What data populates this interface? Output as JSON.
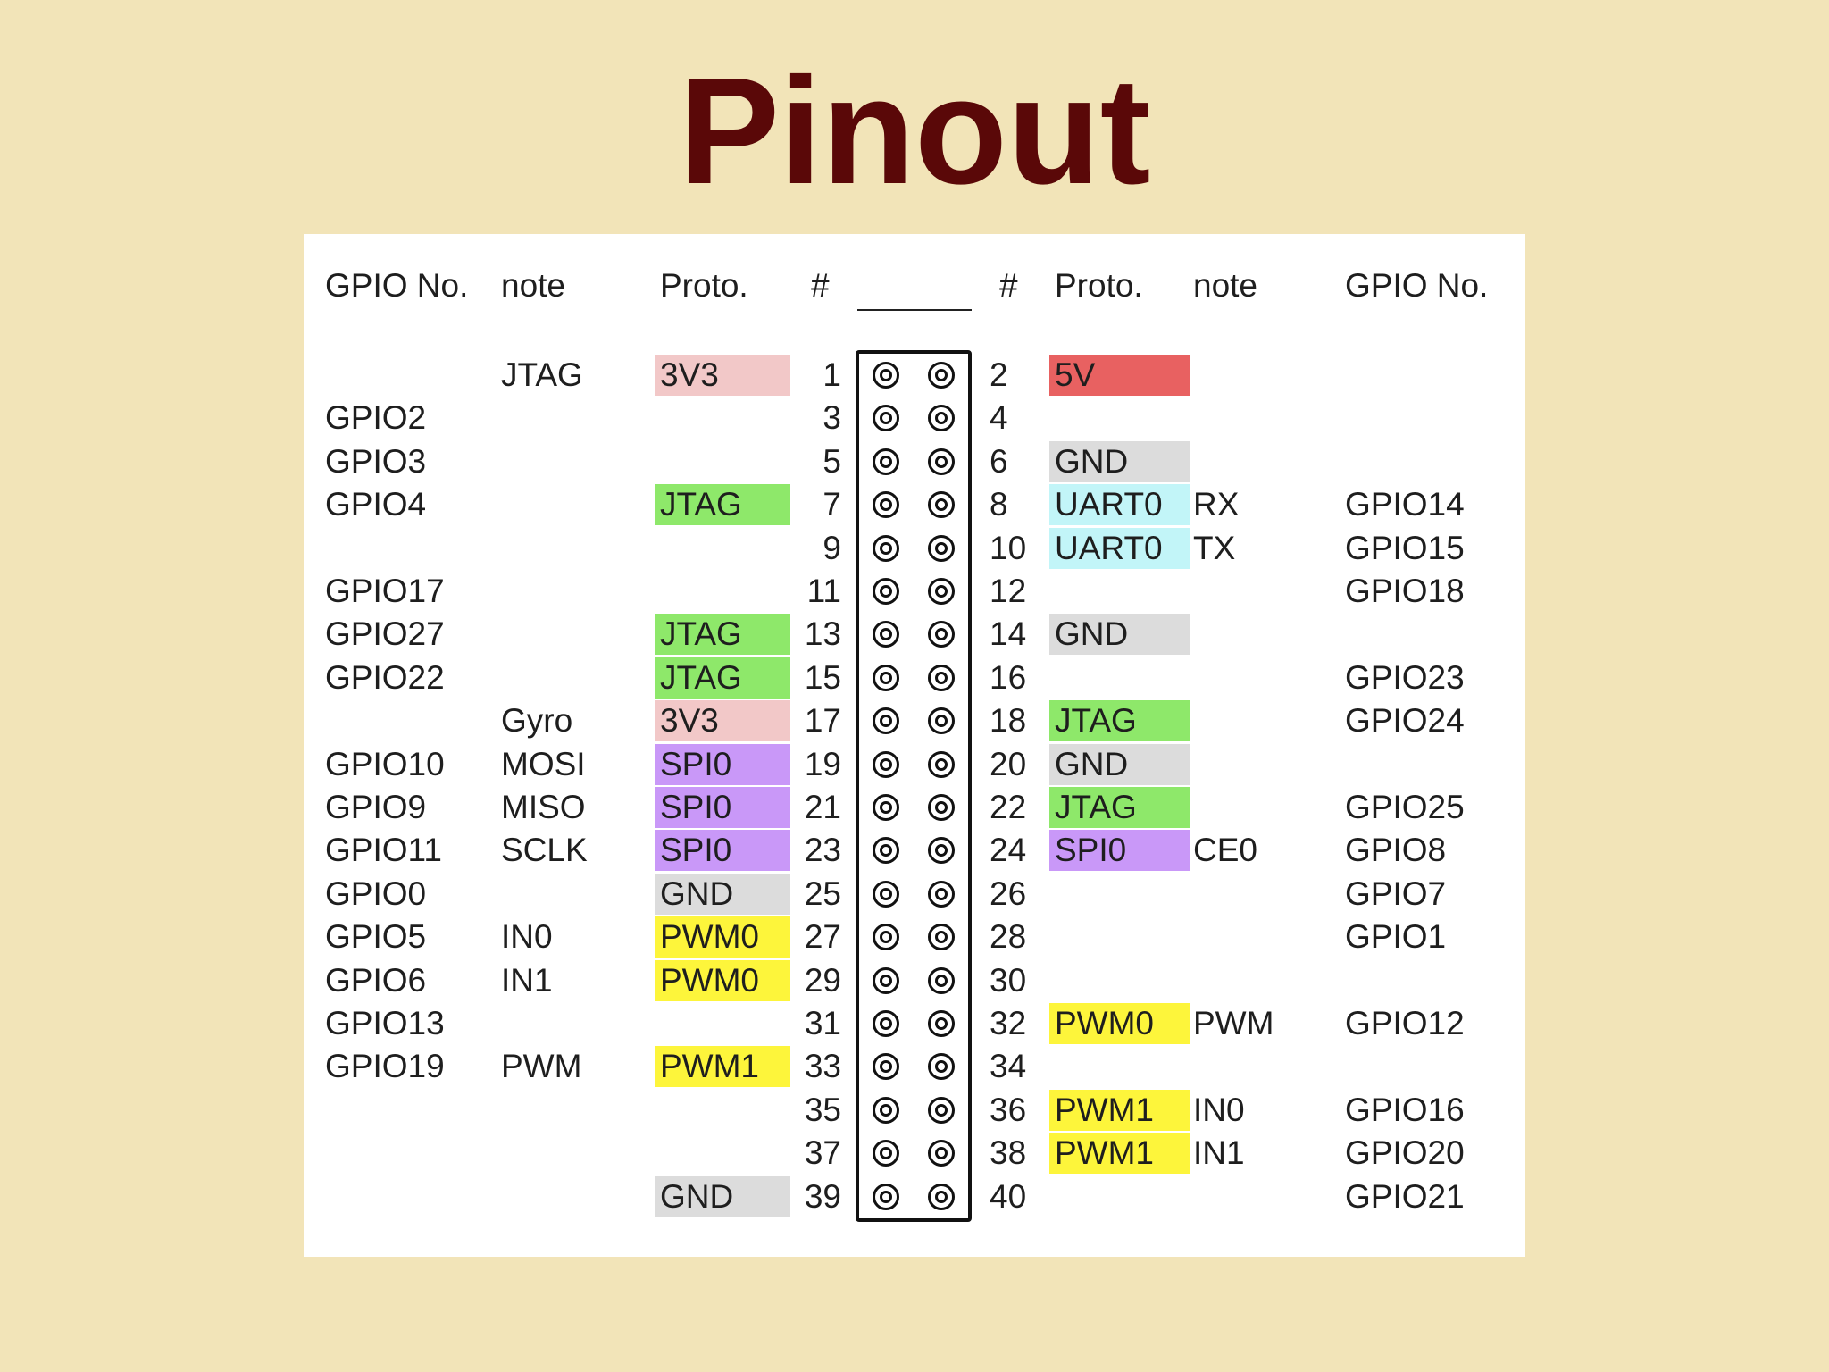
{
  "title": "Pinout",
  "headers": {
    "left_gpio": "GPIO No.",
    "left_note": "note",
    "left_proto": "Proto.",
    "left_num": "#",
    "right_num": "#",
    "right_proto": "Proto.",
    "right_note": "note",
    "right_gpio": "GPIO No."
  },
  "protocol_colors": {
    "3V3": "#f2c8c8",
    "5V": "#e86161",
    "GND": "#dcdcdc",
    "JTAG": "#8ee86a",
    "UART0": "#c2f5f8",
    "SPI0": "#c998f8",
    "PWM0": "#fdf53b",
    "PWM1": "#fdf53b"
  },
  "rows": [
    {
      "left": {
        "pin": "1",
        "gpio": "",
        "note": "JTAG",
        "proto": "3V3"
      },
      "right": {
        "pin": "2",
        "proto": "5V",
        "note": "",
        "gpio": ""
      }
    },
    {
      "left": {
        "pin": "3",
        "gpio": "GPIO2",
        "note": "",
        "proto": ""
      },
      "right": {
        "pin": "4",
        "proto": "",
        "note": "",
        "gpio": ""
      }
    },
    {
      "left": {
        "pin": "5",
        "gpio": "GPIO3",
        "note": "",
        "proto": ""
      },
      "right": {
        "pin": "6",
        "proto": "GND",
        "note": "",
        "gpio": ""
      }
    },
    {
      "left": {
        "pin": "7",
        "gpio": "GPIO4",
        "note": "",
        "proto": "JTAG"
      },
      "right": {
        "pin": "8",
        "proto": "UART0",
        "note": "RX",
        "gpio": "GPIO14"
      }
    },
    {
      "left": {
        "pin": "9",
        "gpio": "",
        "note": "",
        "proto": ""
      },
      "right": {
        "pin": "10",
        "proto": "UART0",
        "note": "TX",
        "gpio": "GPIO15"
      }
    },
    {
      "left": {
        "pin": "11",
        "gpio": "GPIO17",
        "note": "",
        "proto": ""
      },
      "right": {
        "pin": "12",
        "proto": "",
        "note": "",
        "gpio": "GPIO18"
      }
    },
    {
      "left": {
        "pin": "13",
        "gpio": "GPIO27",
        "note": "",
        "proto": "JTAG"
      },
      "right": {
        "pin": "14",
        "proto": "GND",
        "note": "",
        "gpio": ""
      }
    },
    {
      "left": {
        "pin": "15",
        "gpio": "GPIO22",
        "note": "",
        "proto": "JTAG"
      },
      "right": {
        "pin": "16",
        "proto": "",
        "note": "",
        "gpio": "GPIO23"
      }
    },
    {
      "left": {
        "pin": "17",
        "gpio": "",
        "note": "Gyro",
        "proto": "3V3"
      },
      "right": {
        "pin": "18",
        "proto": "JTAG",
        "note": "",
        "gpio": "GPIO24"
      }
    },
    {
      "left": {
        "pin": "19",
        "gpio": "GPIO10",
        "note": "MOSI",
        "proto": "SPI0"
      },
      "right": {
        "pin": "20",
        "proto": "GND",
        "note": "",
        "gpio": ""
      }
    },
    {
      "left": {
        "pin": "21",
        "gpio": "GPIO9",
        "note": "MISO",
        "proto": "SPI0"
      },
      "right": {
        "pin": "22",
        "proto": "JTAG",
        "note": "",
        "gpio": "GPIO25"
      }
    },
    {
      "left": {
        "pin": "23",
        "gpio": "GPIO11",
        "note": "SCLK",
        "proto": "SPI0"
      },
      "right": {
        "pin": "24",
        "proto": "SPI0",
        "note": "CE0",
        "gpio": "GPIO8"
      }
    },
    {
      "left": {
        "pin": "25",
        "gpio": "GPIO0",
        "note": "",
        "proto": "GND"
      },
      "right": {
        "pin": "26",
        "proto": "",
        "note": "",
        "gpio": "GPIO7"
      }
    },
    {
      "left": {
        "pin": "27",
        "gpio": "GPIO5",
        "note": "IN0",
        "proto": "PWM0"
      },
      "right": {
        "pin": "28",
        "proto": "",
        "note": "",
        "gpio": "GPIO1"
      }
    },
    {
      "left": {
        "pin": "29",
        "gpio": "GPIO6",
        "note": "IN1",
        "proto": "PWM0"
      },
      "right": {
        "pin": "30",
        "proto": "",
        "note": "",
        "gpio": ""
      }
    },
    {
      "left": {
        "pin": "31",
        "gpio": "GPIO13",
        "note": "",
        "proto": ""
      },
      "right": {
        "pin": "32",
        "proto": "PWM0",
        "note": "PWM",
        "gpio": "GPIO12"
      }
    },
    {
      "left": {
        "pin": "33",
        "gpio": "GPIO19",
        "note": "PWM",
        "proto": "PWM1"
      },
      "right": {
        "pin": "34",
        "proto": "",
        "note": "",
        "gpio": ""
      }
    },
    {
      "left": {
        "pin": "35",
        "gpio": "",
        "note": "",
        "proto": ""
      },
      "right": {
        "pin": "36",
        "proto": "PWM1",
        "note": "IN0",
        "gpio": "GPIO16"
      }
    },
    {
      "left": {
        "pin": "37",
        "gpio": "",
        "note": "",
        "proto": ""
      },
      "right": {
        "pin": "38",
        "proto": "PWM1",
        "note": "IN1",
        "gpio": "GPIO20"
      }
    },
    {
      "left": {
        "pin": "39",
        "gpio": "",
        "note": "",
        "proto": "GND"
      },
      "right": {
        "pin": "40",
        "proto": "",
        "note": "",
        "gpio": "GPIO21"
      }
    }
  ]
}
